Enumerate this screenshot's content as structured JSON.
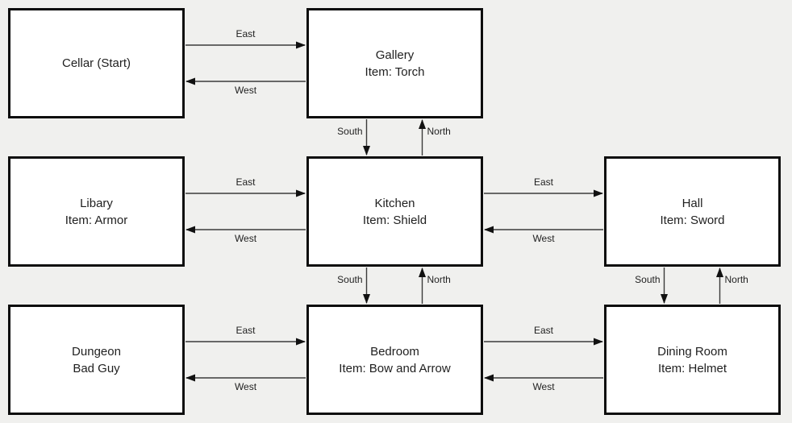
{
  "diagram": {
    "title": "room-map",
    "background_color": "#f0f0ee",
    "box_fill": "#ffffff",
    "box_border_color": "#0d0d0d",
    "arrow_color": "#3a3a3a",
    "text_color": "#1f1f1f",
    "rooms": [
      {
        "id": "cellar",
        "lines": [
          "Cellar (Start)"
        ],
        "row": 0,
        "col": 0
      },
      {
        "id": "gallery",
        "lines": [
          "Gallery",
          "Item: Torch"
        ],
        "row": 0,
        "col": 1
      },
      {
        "id": "libary",
        "lines": [
          "Libary",
          "Item: Armor"
        ],
        "row": 1,
        "col": 0
      },
      {
        "id": "kitchen",
        "lines": [
          "Kitchen",
          "Item: Shield"
        ],
        "row": 1,
        "col": 1
      },
      {
        "id": "hall",
        "lines": [
          "Hall",
          "Item: Sword"
        ],
        "row": 1,
        "col": 2
      },
      {
        "id": "dungeon",
        "lines": [
          "Dungeon",
          "Bad Guy"
        ],
        "row": 2,
        "col": 0
      },
      {
        "id": "bedroom",
        "lines": [
          "Bedroom",
          "Item: Bow and Arrow"
        ],
        "row": 2,
        "col": 1
      },
      {
        "id": "dining-room",
        "lines": [
          "Dining Room",
          "Item: Helmet"
        ],
        "row": 2,
        "col": 2
      }
    ],
    "horizontal_connections": [
      {
        "left": "cellar",
        "right": "gallery",
        "east_label": "East",
        "west_label": "West"
      },
      {
        "left": "libary",
        "right": "kitchen",
        "east_label": "East",
        "west_label": "West"
      },
      {
        "left": "kitchen",
        "right": "hall",
        "east_label": "East",
        "west_label": "West"
      },
      {
        "left": "dungeon",
        "right": "bedroom",
        "east_label": "East",
        "west_label": "West"
      },
      {
        "left": "bedroom",
        "right": "dining-room",
        "east_label": "East",
        "west_label": "West"
      }
    ],
    "vertical_connections": [
      {
        "top": "gallery",
        "bottom": "kitchen",
        "south_label": "South",
        "north_label": "North"
      },
      {
        "top": "kitchen",
        "bottom": "bedroom",
        "south_label": "South",
        "north_label": "North"
      },
      {
        "top": "hall",
        "bottom": "dining-room",
        "south_label": "South",
        "north_label": "North"
      }
    ]
  }
}
